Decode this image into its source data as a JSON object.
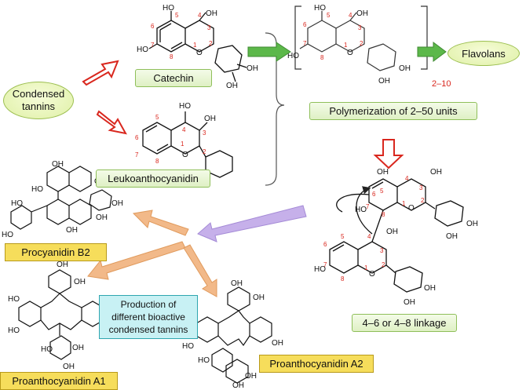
{
  "labels": {
    "condensed_tannins": "Condensed tannins",
    "catechin": "Catechin",
    "leukoanthocyanidin": "Leukoanthocyanidin",
    "polymerization": "Polymerization of 2–50 units",
    "flavolans": "Flavolans",
    "repeat": "2–10",
    "linkage": "4–6 or 4–8 linkage",
    "procyanidin_b2": "Procyanidin B2",
    "proanthocyanidin_a1": "Proanthocyanidin A1",
    "proanthocyanidin_a2": "Proanthocyanidin A2",
    "production": "Production of different bioactive condensed tannins"
  },
  "atoms": {
    "oh": "OH",
    "ho": "HO",
    "o": "O",
    "h": "H"
  },
  "colors": {
    "green_arrow": "#5cb84a",
    "red_arrow": "#d9271e",
    "orange_arrow": "#f2b989",
    "purple_arrow": "#c6b0ea",
    "ring_number": "#d9271e"
  }
}
